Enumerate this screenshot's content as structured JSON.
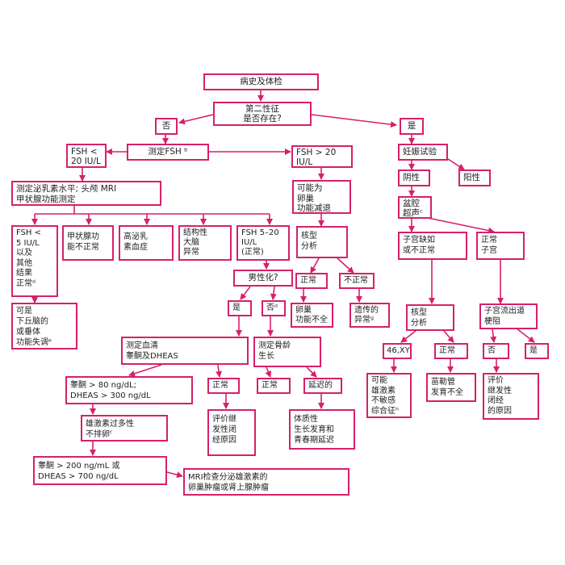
{
  "nodes": {
    "history": "病史及体检",
    "secondary_sex": "第二性征\n是否存在?",
    "no1": "否",
    "yes1": "是",
    "fsh_lt20": "FSH <\n20 IU/L",
    "measure_fsh": "测定FSH ᵇ",
    "fsh_gt20": "FSH > 20\nIU/L",
    "pregnancy_test": "妊娠试验",
    "negative": "阴性",
    "positive": "阳性",
    "prolactin_mri": "测定泌乳素水平; 头颅 MRI\n甲状腺功能测定",
    "ovarian_failure": "可能为\n卵巢\n功能减退",
    "pelvic_us": "盆腔\n超声ᶜ",
    "fsh_lt5": "FSH <\n5 IU/L\n以及\n其他\n结果\n正常ᵈ",
    "thyroid_abn": "甲状腺功\n能不正常",
    "hyperprolactin": "高泌乳\n素血症",
    "structural_brain": "结构性\n大脑\n异常",
    "fsh_5_20": "FSH 5–20\nIU/L\n(正常)",
    "karyotype1": "核型\n分析",
    "uterus_absent": "子宫缺如\n或不正常",
    "normal_uterus": "正常\n子宫",
    "hypothalamic": "可是\n下丘脑的\n或垂体\n功能失调ᵉ",
    "virilized": "男性化?",
    "normal_k1": "正常",
    "abnormal_k1": "不正常",
    "yes2": "是",
    "no2": "否ᵈ",
    "ovarian_insuff": "卵巢\n功能不全",
    "genetic_abn": "遗传的\n异常ᵍ",
    "karyotype2": "核型\n分析",
    "outflow_obstruction": "子宫流出道\n梗阻",
    "serum_test": "测定血清\n睾酮及DHEAS",
    "bone_age": "测定骨龄\n生长",
    "xy": "46,XY",
    "normal_k2": "正常",
    "no3": "否",
    "yes3": "是",
    "testo_high": "睾酮 > 80 ng/dL;\nDHEAS > 300 ng/dL",
    "normal_serum": "正常",
    "normal_bone": "正常",
    "delayed": "延迟的",
    "androgen_insens": "可能\n雄激素\n不敏感\n综合征ʰ",
    "mullerian": "苗勒管\n发育不全",
    "eval_secondary": "评价\n继发性\n闭经\n的原因",
    "hyperandrogen": "雄激素过多性\n不排卵ᶠ",
    "eval_secondary2": "评价继\n发性闭\n经原因",
    "constitutional": "体质性\n生长发育和\n青春期延迟",
    "testo_very_high": "睾酮 > 200 ng/mL 或\nDHEAS > 700 ng/dL",
    "mri_tumor": "MRI检查分泌雄激素的\n卵巢肿瘤或肾上腺肿瘤"
  },
  "colors": {
    "accent": "#d6206a"
  }
}
